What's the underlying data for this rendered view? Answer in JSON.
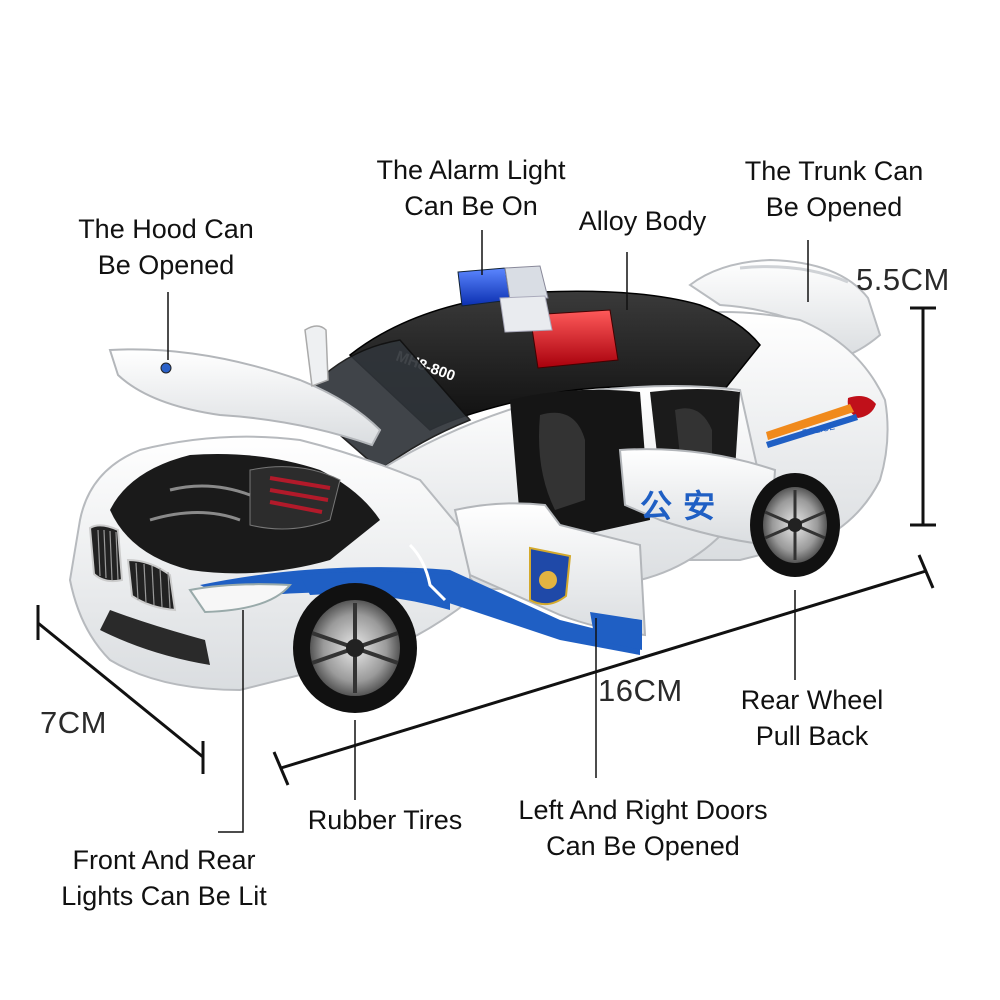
{
  "labels": {
    "alarm_light": [
      "The Alarm Light",
      "Can Be On"
    ],
    "alloy_body": [
      "Alloy Body"
    ],
    "trunk": [
      "The Trunk Can",
      "Be Opened"
    ],
    "hood": [
      "The Hood Can",
      "Be Opened"
    ],
    "rear_wheel": [
      "Rear Wheel",
      "Pull Back"
    ],
    "rubber_tires": [
      "Rubber Tires"
    ],
    "doors": [
      "Left And Right Doors",
      "Can Be Opened"
    ],
    "lights": [
      "Front And Rear",
      "Lights Can Be Lit"
    ]
  },
  "dimensions": {
    "height": "5.5CM",
    "length": "16CM",
    "width": "7CM"
  },
  "car_markings": {
    "plate_roof": "MH8-800",
    "police": "POLICE",
    "door_text": "公 安"
  },
  "colors": {
    "body": "#f4f5f6",
    "stripe_blue": "#1f5fc4",
    "stripe_orange": "#f08a1c",
    "light_red": "#d8101c",
    "light_blue": "#1c4fe0",
    "roof": "#1a1a1a"
  }
}
